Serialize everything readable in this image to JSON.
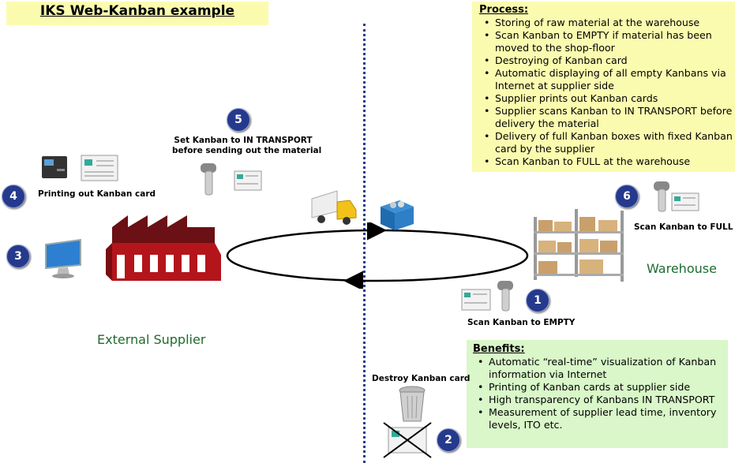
{
  "title": "IKS Web-Kanban example",
  "process": {
    "heading": "Process:",
    "items": [
      "Storing of raw material at the warehouse",
      "Scan Kanban to EMPTY if material has been moved to the shop-floor",
      "Destroying of Kanban card",
      "Automatic displaying of all empty Kanbans via Internet at supplier side",
      "Supplier prints out Kanban cards",
      "Supplier scans Kanban to IN TRANSPORT before delivery the material",
      "Delivery of full Kanban boxes with fixed Kanban card by the supplier",
      "Scan Kanban to FULL at the warehouse"
    ]
  },
  "benefits": {
    "heading": "Benefits:",
    "items": [
      "Automatic “real-time” visualization of Kanban information via Internet",
      "Printing of Kanban cards at supplier side",
      "High transparency of Kanbans IN TRANSPORT",
      "Measurement of supplier lead time, inventory levels, ITO etc."
    ]
  },
  "steps": {
    "s1": {
      "num": "1",
      "label": "Scan Kanban to EMPTY"
    },
    "s2": {
      "num": "2",
      "label": "Destroy Kanban card"
    },
    "s3": {
      "num": "3"
    },
    "s4": {
      "num": "4",
      "label": "Printing out Kanban card"
    },
    "s5": {
      "num": "5",
      "label_line1": "Set Kanban to IN TRANSPORT",
      "label_line2": "before sending out the material"
    },
    "s6": {
      "num": "6",
      "label": "Scan Kanban to FULL"
    }
  },
  "labels": {
    "warehouse": "Warehouse",
    "supplier": "External Supplier"
  },
  "colors": {
    "badge": "#253a8c",
    "title_bg": "#fbfbb0",
    "benefits_bg": "#d9f7c9",
    "factory": "#b3151b",
    "label_green": "#1e6b2e"
  }
}
